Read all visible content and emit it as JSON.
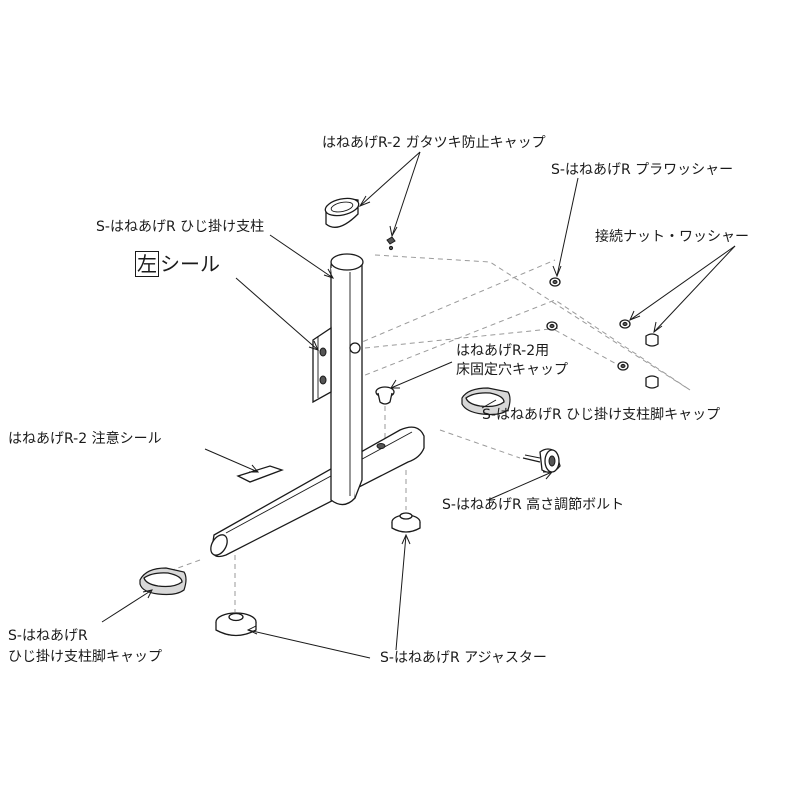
{
  "labels": {
    "rattle_cap": "はねあげR-2 ガタツキ防止キャップ",
    "pull_washer": "S-はねあげR プラワッシャー",
    "elbow_pillar": "S-はねあげR ひじ掛け支柱",
    "seal_box_char": "左",
    "seal_rest": "シール",
    "nut_washer": "接続ナット・ワッシャー",
    "floor_cap_line1": "はねあげR-2用",
    "floor_cap_line2": "床固定穴キャップ",
    "leg_cap_right": "S-はねあげR ひじ掛け支柱脚キャップ",
    "caution_seal": "はねあげR-2 注意シール",
    "height_bolt": "S-はねあげR 高さ調節ボルト",
    "leg_cap_left_line1": "S-はねあげR",
    "leg_cap_left_line2": "ひじ掛け支柱脚キャップ",
    "adjuster": "S-はねあげR アジャスター"
  }
}
